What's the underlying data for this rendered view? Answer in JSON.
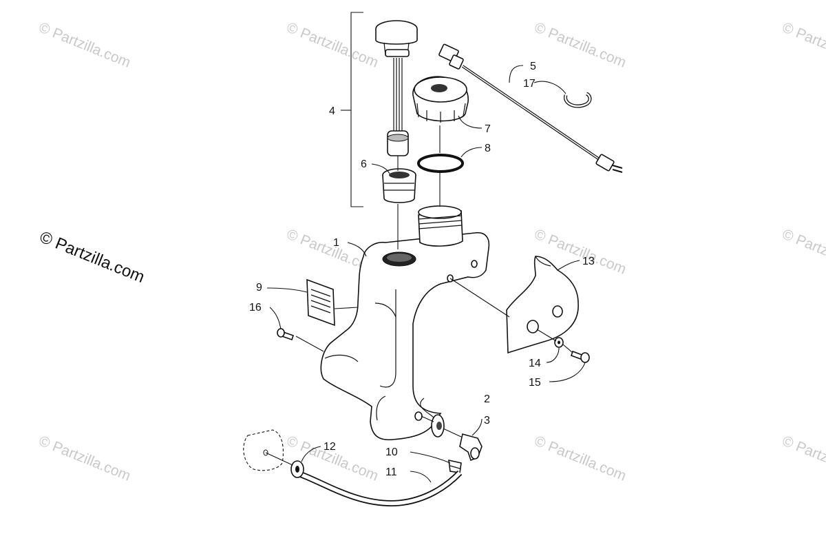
{
  "watermark": {
    "text": "© Partzilla.com"
  },
  "callouts": [
    {
      "id": "1",
      "text": "1"
    },
    {
      "id": "2",
      "text": "2"
    },
    {
      "id": "3",
      "text": "3"
    },
    {
      "id": "4",
      "text": "4"
    },
    {
      "id": "5",
      "text": "5"
    },
    {
      "id": "6",
      "text": "6"
    },
    {
      "id": "7",
      "text": "7"
    },
    {
      "id": "8",
      "text": "8"
    },
    {
      "id": "9",
      "text": "9"
    },
    {
      "id": "10",
      "text": "10"
    },
    {
      "id": "11",
      "text": "11"
    },
    {
      "id": "12",
      "text": "12"
    },
    {
      "id": "13",
      "text": "13"
    },
    {
      "id": "14",
      "text": "14"
    },
    {
      "id": "15",
      "text": "15"
    },
    {
      "id": "16",
      "text": "16"
    },
    {
      "id": "17",
      "text": "17"
    }
  ]
}
